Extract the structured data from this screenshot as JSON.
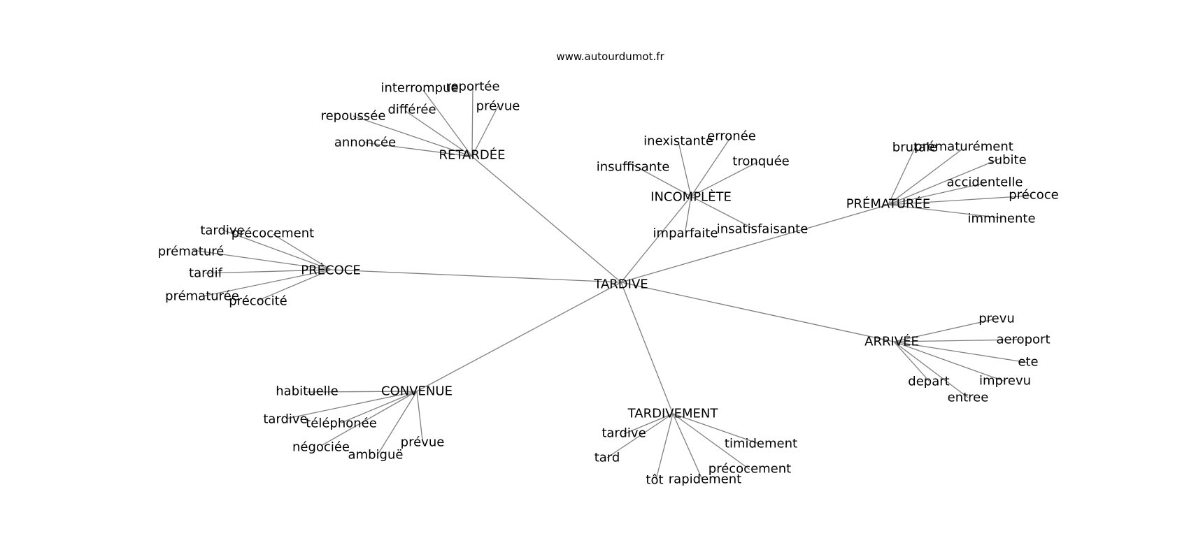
{
  "source": "www.autourdumot.fr",
  "graph": {
    "root": "TARDIVE",
    "clusters": [
      {
        "id": "retardee",
        "label": "RETARDÉE",
        "leaves": [
          "interrompue",
          "reportée",
          "prévue",
          "différée",
          "repoussée",
          "annoncée"
        ]
      },
      {
        "id": "incomplete",
        "label": "INCOMPLÈTE",
        "leaves": [
          "inexistante",
          "erronée",
          "tronquée",
          "insuffisante",
          "imparfaite",
          "insatisfaisante"
        ]
      },
      {
        "id": "prematuree",
        "label": "PRÉMATURÉE",
        "leaves": [
          "brutale",
          "prématurément",
          "subite",
          "accidentelle",
          "précoce",
          "imminente"
        ]
      },
      {
        "id": "precoce",
        "label": "PRÉCOCE",
        "leaves": [
          "tardive",
          "précocement",
          "prématuré",
          "tardif",
          "prématurée",
          "précocité"
        ]
      },
      {
        "id": "arrivee",
        "label": "ARRIVÉE",
        "leaves": [
          "prevu",
          "aeroport",
          "ete",
          "imprevu",
          "depart",
          "entree"
        ]
      },
      {
        "id": "convenue",
        "label": "CONVENUE",
        "leaves": [
          "habituelle",
          "tardive",
          "téléphonée",
          "négociée",
          "ambiguë",
          "prévue"
        ]
      },
      {
        "id": "tardivement",
        "label": "TARDIVEMENT",
        "leaves": [
          "tardive",
          "tard",
          "tôt",
          "rapidement",
          "précocement",
          "timidement"
        ]
      }
    ]
  }
}
